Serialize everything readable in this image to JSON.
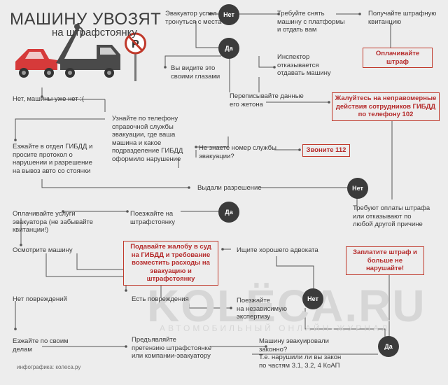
{
  "title": {
    "line1": "МАШИНУ УВОЗЯТ",
    "line2": "на штрафстоянку"
  },
  "nodes": {
    "evac_started": "Эвакуатор успел\nтронуться с места",
    "release_car": "Требуйте снять\nмашину с платформы\nи отдать вам",
    "get_receipt": "Получайте штрафную\nквитанцию",
    "see_eyes": "Вы видите это\nсвоими глазами",
    "inspector_refuses": "Инспектор\nотказывается\nотдавать машину",
    "rewrite_badge": "Переписывайте данные\nего жетона",
    "car_gone": "Нет, машины уже нет :(",
    "find_phone": "Узнайте по телефону\nсправочной службы\nэвакуации, где ваша\nмашина и какое\nподразделение ГИБДД\nоформило нарушение",
    "go_gibdd": "Езжайте в отдел ГИБДД и\nпросите протокол о\nнарушении и разрешение\nна вывоз авто со стоянки",
    "no_number": "Не знаете номер службы\nэвакуации?",
    "got_permission": "Выдали разрешение",
    "pay_services": "Оплачивайте услуги\nэвакуатора (не забывайте\nквитанции!)",
    "go_parking": "Поезжайте на\nштрафстоянку",
    "demand_pay": "Требуют оплаты штрафа\nили отказывают по\nлюбой другой причине",
    "inspect_car": "Осмотрите машину",
    "find_lawyer": "Ищите хорошего адвоката",
    "no_damage": "Нет повреждений",
    "damage": "Есть повреждения",
    "expertise": "Поезжайте\nна независимую\nэкспертизу",
    "go_home": "Езжайте по своим\nделам",
    "claim": "Предъявляйте\nпретензию штрафстоянке\nили компании-эвакуатору",
    "legal_question": "Машину эвакуировали\nзаконно?\nТ.е. нарушили ли вы закон\nпо частям 3.1, 3.2, 4 КоАП"
  },
  "red_boxes": {
    "pay_fine": "Оплачивайте штраф",
    "complain": "Жалуйтесь на неправомерные\nдействия сотрудников ГИБДД\nпо телефону 102",
    "call_112": "Звоните 112",
    "court": "Подавайте жалобу в суд\nна ГИБДД и требование\nвозместить расходы на\nэвакуацию и штрафстоянку",
    "pay_and_stop": "Заплатите штраф и\nбольше не нарушайте!"
  },
  "badges": {
    "no1": "Нет",
    "yes1": "Да",
    "no2": "Нет",
    "yes2": "Да",
    "no3": "Нет",
    "yes3": "Да"
  },
  "watermark": {
    "main": "KOLЁCA.RU",
    "sub": "АВТОМОБИЛЬНЫЙ ОНЛАЙН-ЖУРНАЛ"
  },
  "footer": "инфографика: колеса.ру",
  "colors": {
    "accent": "#c0392b",
    "car": "#d63a3a",
    "truck": "#4a4a4a",
    "line": "#555555",
    "background": "#ededed"
  },
  "icons": [
    "red-car-icon",
    "tow-truck-icon",
    "no-parking-sign-icon"
  ]
}
